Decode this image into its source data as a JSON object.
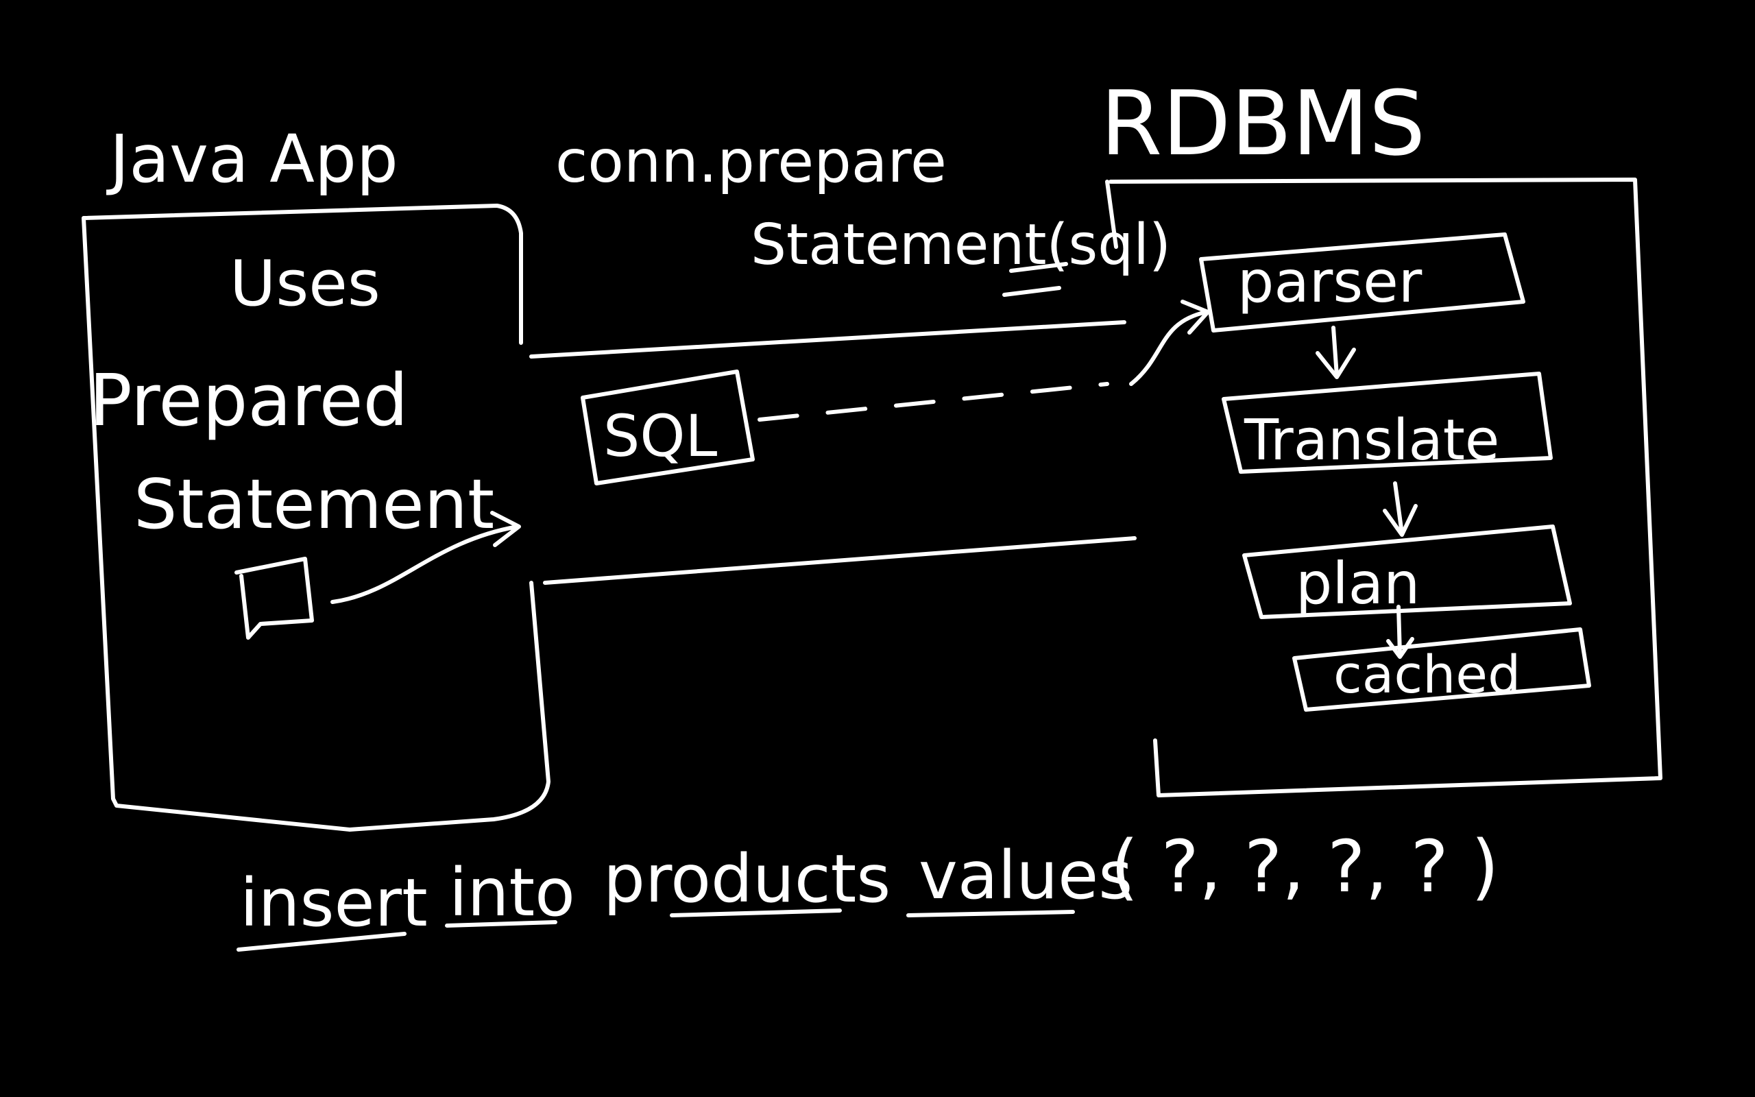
{
  "labels": {
    "java_app": "Java App",
    "uses": "Uses",
    "prepared": "Prepared",
    "statement": "Statement",
    "conn_line1": "conn.prepare",
    "conn_line2": "Statement(sql)",
    "rdbms": "RDBMS",
    "sql": "SQL",
    "parser": "parser",
    "translate": "Translate",
    "plan": "plan",
    "cached": "cached",
    "insert": "insert",
    "into": "into",
    "products": "products",
    "values": "values",
    "params": "( ?, ?, ?, ? )"
  },
  "colors": {
    "background": "#000000",
    "ink": "#ffffff"
  }
}
